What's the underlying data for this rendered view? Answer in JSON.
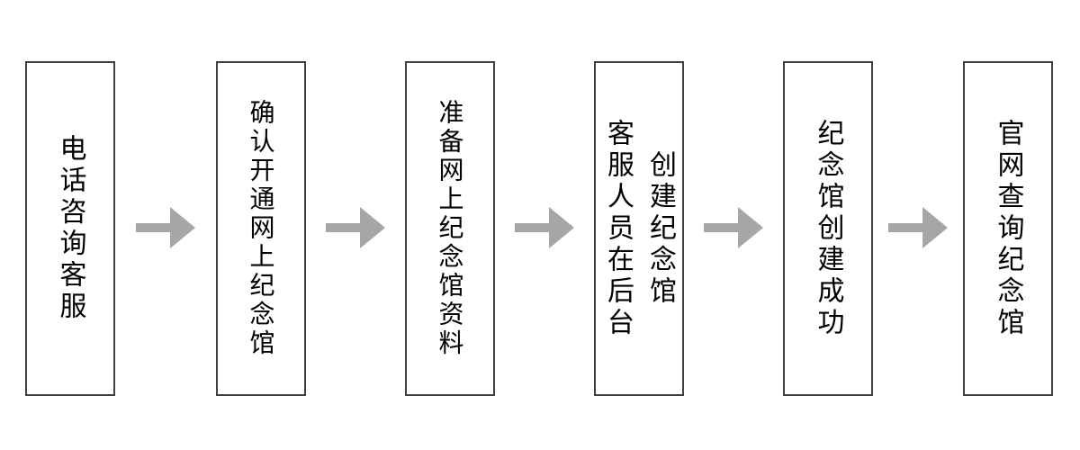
{
  "flowchart": {
    "type": "horizontal-process-flow",
    "background_color": "#ffffff",
    "box_fill_color": "#ffffff",
    "box_border_color": "#3f3f3f",
    "text_color": "#000000",
    "arrow_color": "#a6a6a6",
    "text_direction": "vertical",
    "steps": [
      {
        "lines": [
          "电话咨询客服"
        ]
      },
      {
        "lines": [
          "确认开通网上纪念馆"
        ]
      },
      {
        "lines": [
          "准备网上纪念馆资料"
        ]
      },
      {
        "lines": [
          "客服人员在后台",
          "创建纪念馆"
        ]
      },
      {
        "lines": [
          "纪念馆创建成功"
        ]
      },
      {
        "lines": [
          "官网查询纪念馆"
        ]
      }
    ],
    "connector": "right-block-arrow"
  }
}
